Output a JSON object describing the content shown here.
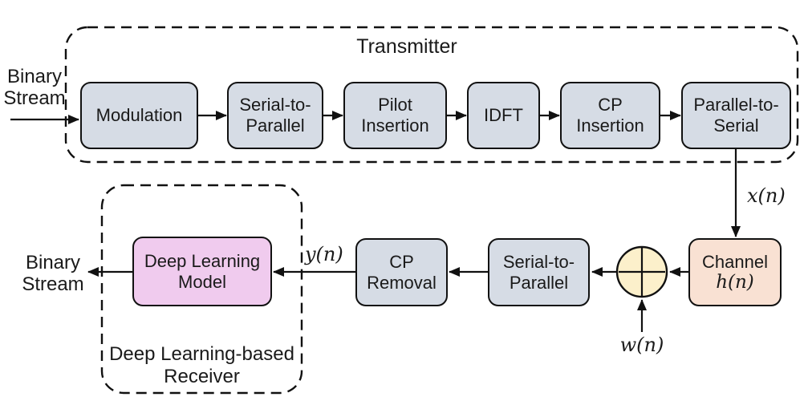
{
  "colors": {
    "bg": "#FFFFFF",
    "block_fill": "#D6DCE5",
    "dl_fill": "#F0CBEE",
    "channel_fill": "#F9E1D3",
    "adder_fill": "#FCF0CB",
    "line": "#111111",
    "text": "#1A1A1A"
  },
  "title": {
    "transmitter": "Transmitter",
    "receiver": "Deep Learning-based\nReceiver"
  },
  "io": {
    "input": "Binary\nStream",
    "output": "Binary\nStream"
  },
  "tx_blocks": [
    {
      "label": "Modulation"
    },
    {
      "label": "Serial-to-\nParallel"
    },
    {
      "label": "Pilot\nInsertion"
    },
    {
      "label": "IDFT"
    },
    {
      "label": "CP\nInsertion"
    },
    {
      "label": "Parallel-to-\nSerial"
    }
  ],
  "rx_blocks": {
    "channel": {
      "label": "Channel",
      "impulse": "h(n)"
    },
    "serial_to_parallel": {
      "label": "Serial-to-\nParallel"
    },
    "cp_removal": {
      "label": "CP\nRemoval"
    },
    "dl_model": {
      "label": "Deep Learning\nModel"
    }
  },
  "signals": {
    "x": "x(n)",
    "y": "y(n)",
    "w": "w(n)"
  },
  "icons": {
    "adder": "circled-plus"
  }
}
